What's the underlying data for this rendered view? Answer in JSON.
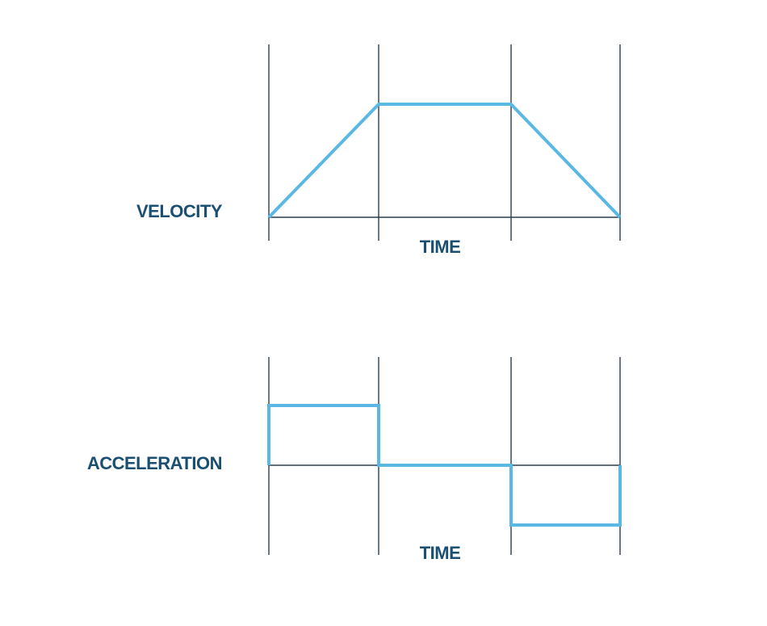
{
  "panels": [
    {
      "label": "VELOCITY",
      "xlabel": "TIME",
      "profile": [
        0,
        1,
        1,
        0
      ]
    },
    {
      "label": "ACCELERATION",
      "xlabel": "TIME",
      "profile": [
        1,
        0,
        -1
      ]
    }
  ],
  "colors": {
    "profile_line": "#5bb8e3",
    "axis_line": "#2c3e50",
    "label_text": "#1b4f72"
  }
}
